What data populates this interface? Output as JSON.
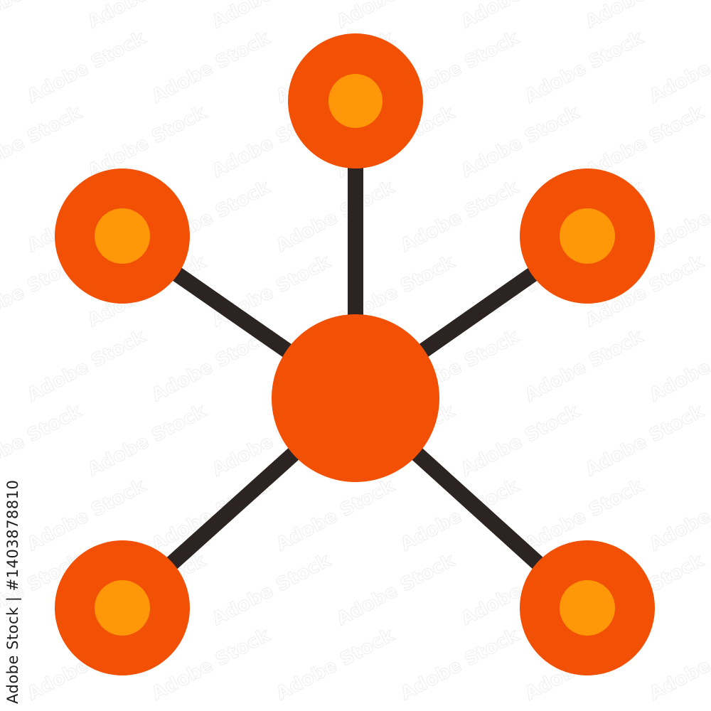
{
  "colors": {
    "background": "#ffffff",
    "connector": "#2b2423",
    "node_outer": "#f25005",
    "node_inner": "#ff9708",
    "watermark": "#eeeeee",
    "stock_id_text": "#1e1e1e"
  },
  "icon": {
    "name": "network-hub-icon",
    "hub": {
      "name": "hub-node"
    },
    "satellites": [
      {
        "name": "satellite-node-top"
      },
      {
        "name": "satellite-node-upper-left"
      },
      {
        "name": "satellite-node-upper-right"
      },
      {
        "name": "satellite-node-lower-left"
      },
      {
        "name": "satellite-node-lower-right"
      }
    ]
  },
  "watermark": {
    "text": "Adobe Stock"
  },
  "stock_id": {
    "prefix": "Adobe Stock",
    "separator": " | ",
    "number": "#1403878810"
  }
}
